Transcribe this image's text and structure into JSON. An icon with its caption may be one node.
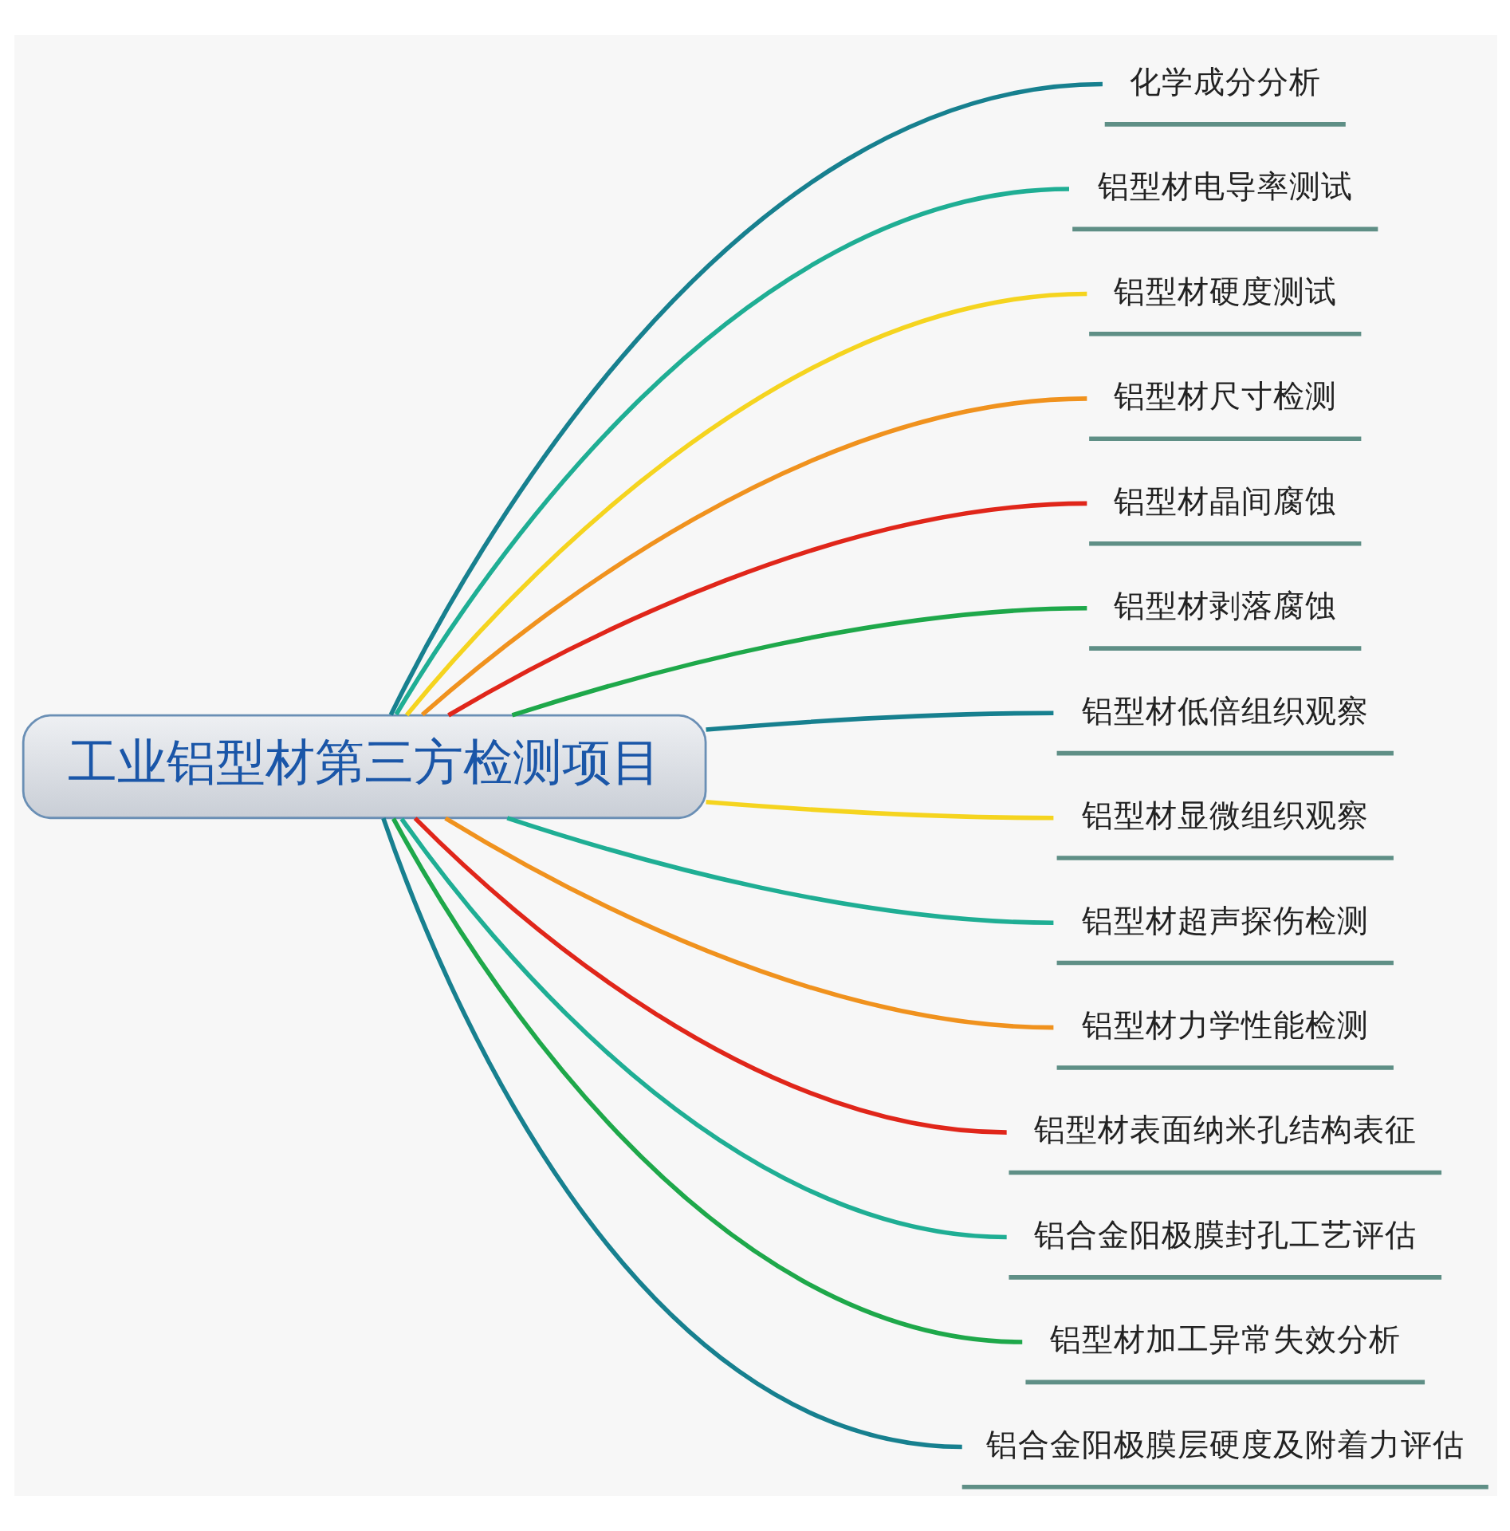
{
  "diagram": {
    "nodes": [
      {
        "text": [
          "工业铝型材第三方检测项目"
        ]
      },
      {
        "text": [
          "化学成分分析"
        ]
      },
      {
        "text": [
          "铝型材电导率测试"
        ]
      },
      {
        "text": [
          "铝型材硬度测试"
        ]
      },
      {
        "text": [
          "铝型材尺寸检测"
        ]
      },
      {
        "text": [
          "铝型材晶间腐蚀"
        ]
      },
      {
        "text": [
          "铝型材剥落腐蚀"
        ]
      },
      {
        "text": [
          "铝型材低倍组织观察"
        ]
      },
      {
        "text": [
          "铝型材显微组织观察"
        ]
      },
      {
        "text": [
          "铝型材超声探伤检测"
        ]
      },
      {
        "text": [
          "铝型材力学性能检测"
        ]
      },
      {
        "text": [
          "铝型材表面纳米孔结构表征"
        ]
      },
      {
        "text": [
          "铝合金阳极膜封孔工艺评估"
        ]
      },
      {
        "text": [
          "铝型材加工异常失效分析"
        ]
      },
      {
        "text": [
          "铝合金阳极膜层硬度及附着力评估"
        ]
      }
    ],
    "edges": [
      {
        "from": 0,
        "to": 1,
        "arrow": "none",
        "color": "#17808f"
      },
      {
        "from": 0,
        "to": 2,
        "arrow": "none",
        "color": "#1fae94"
      },
      {
        "from": 0,
        "to": 3,
        "arrow": "none",
        "color": "#f5d41f"
      },
      {
        "from": 0,
        "to": 4,
        "arrow": "none",
        "color": "#f0921e"
      },
      {
        "from": 0,
        "to": 5,
        "arrow": "none",
        "color": "#e0261a"
      },
      {
        "from": 0,
        "to": 6,
        "arrow": "none",
        "color": "#1ea84a"
      },
      {
        "from": 0,
        "to": 7,
        "arrow": "none",
        "color": "#17808f"
      },
      {
        "from": 0,
        "to": 8,
        "arrow": "none",
        "color": "#f5d41f"
      },
      {
        "from": 0,
        "to": 9,
        "arrow": "none",
        "color": "#1fae94"
      },
      {
        "from": 0,
        "to": 10,
        "arrow": "none",
        "color": "#f0921e"
      },
      {
        "from": 0,
        "to": 11,
        "arrow": "none",
        "color": "#e0261a"
      },
      {
        "from": 0,
        "to": 12,
        "arrow": "none",
        "color": "#1fae94"
      },
      {
        "from": 0,
        "to": 13,
        "arrow": "none",
        "color": "#1ea84a"
      },
      {
        "from": 0,
        "to": 14,
        "arrow": "none",
        "color": "#17808f"
      }
    ]
  }
}
